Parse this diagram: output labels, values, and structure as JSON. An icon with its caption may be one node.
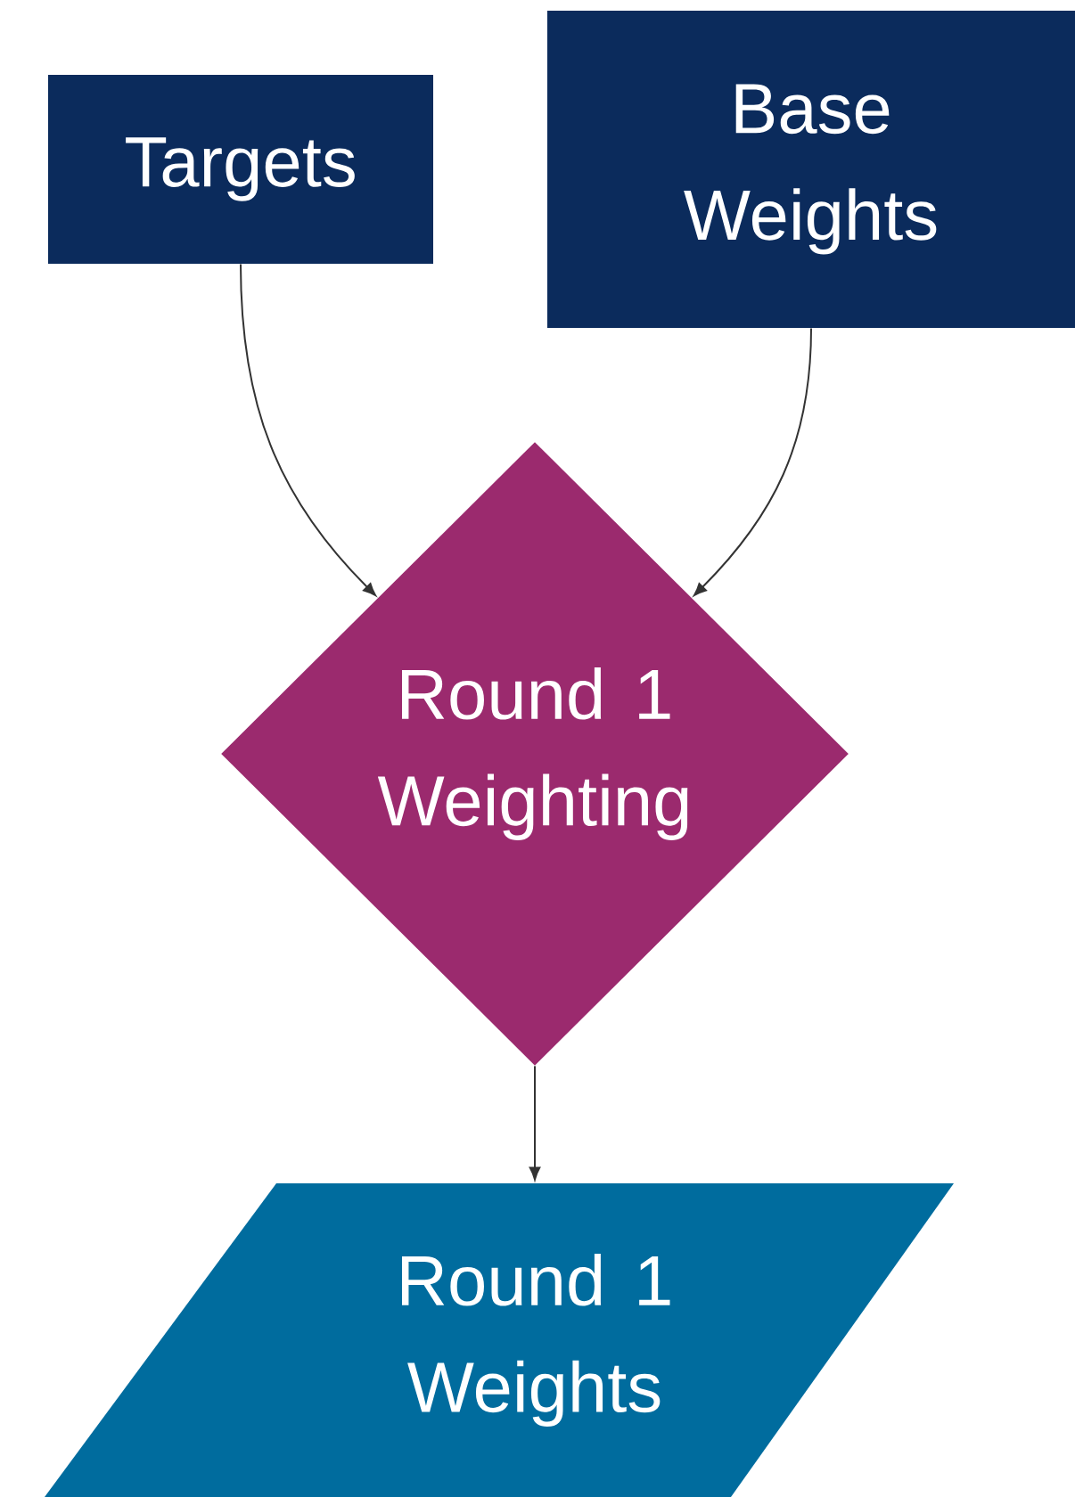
{
  "diagram": {
    "nodes": [
      {
        "text": [
          "Targets"
        ]
      },
      {
        "text": [
          "Base Weights"
        ]
      },
      {
        "text": [
          "Round 1 Weighting"
        ]
      },
      {
        "text": [
          "Round 1 Weights"
        ]
      }
    ],
    "edges": [
      {
        "from": 0,
        "to": 2,
        "arrow": "to"
      },
      {
        "from": 1,
        "to": 2,
        "arrow": "to"
      },
      {
        "from": 2,
        "to": 3,
        "arrow": "to"
      }
    ]
  }
}
